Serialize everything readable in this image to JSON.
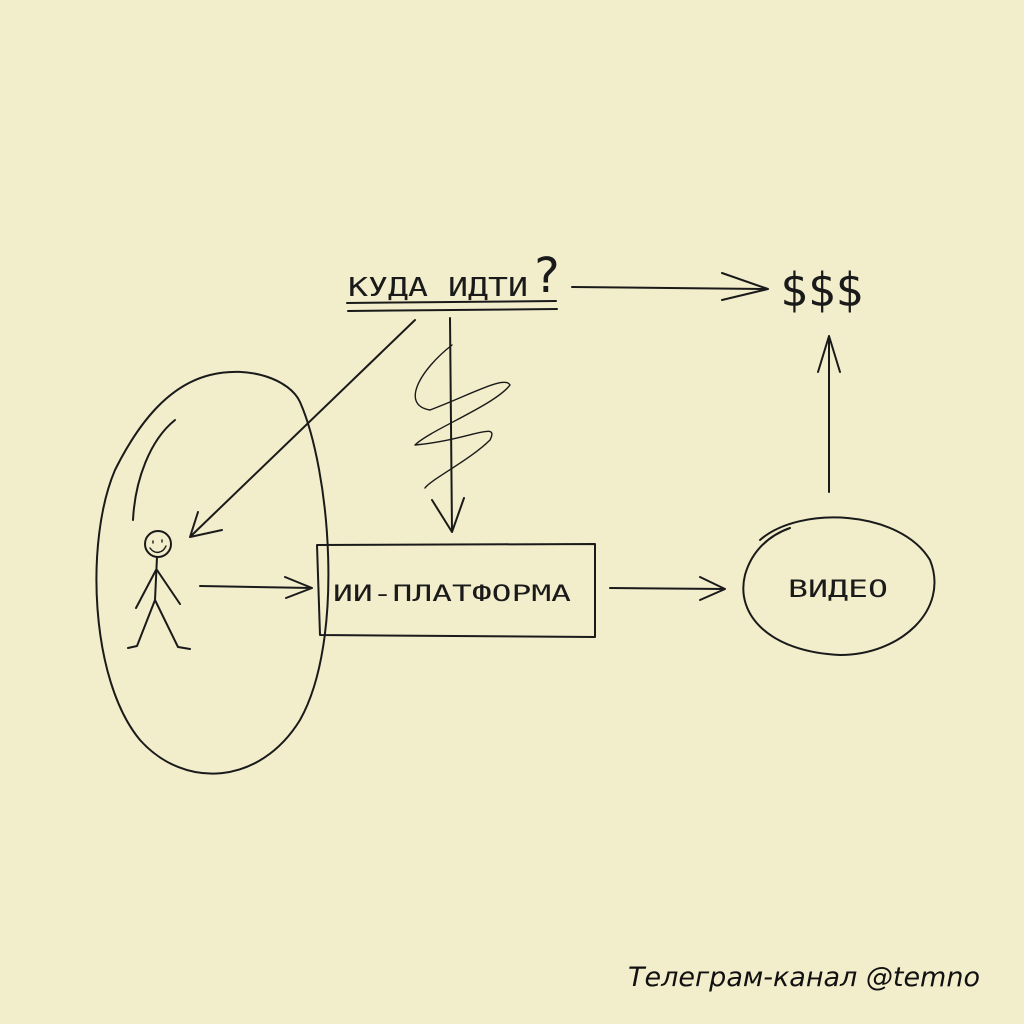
{
  "question": "КУДА ИДТИ",
  "question_mark": "?",
  "money": "$$$",
  "platform": "ИИ-ПЛАТФОРМА",
  "video": "ВИДЕО",
  "footer": "Телеграм-канал @temno"
}
